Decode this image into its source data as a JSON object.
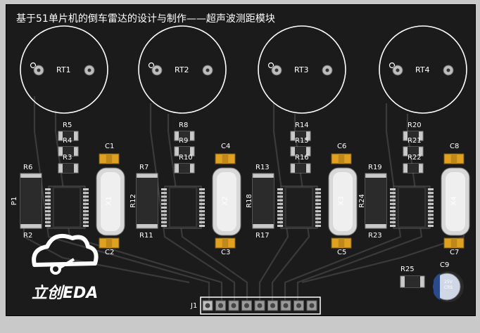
{
  "board": {
    "title": "基于51单片机的倒车雷达的设计与制作——超声波测距模块",
    "logo_text": "立创EDA",
    "colors": {
      "pcb": "#1b1b1b",
      "silk": "#ffffff",
      "pad": "#c9c9c9",
      "gold": "#e0a020",
      "trace": "#2a2a2a"
    }
  },
  "sensors": [
    {
      "label": "RT1"
    },
    {
      "label": "RT2"
    },
    {
      "label": "RT3"
    },
    {
      "label": "RT4"
    }
  ],
  "blocks": [
    {
      "top": [
        "R5",
        "R4",
        "R3"
      ],
      "left": "R6",
      "vert": "P1",
      "bottom": "R2",
      "cap_top": "C1",
      "cap_bot": "C2",
      "crystal": "X1"
    },
    {
      "top": [
        "R8",
        "R9",
        "R10"
      ],
      "left": "R7",
      "vert": "R12",
      "bottom": "R11",
      "cap_top": "C4",
      "cap_bot": "C3",
      "crystal": "X2"
    },
    {
      "top": [
        "R14",
        "R15",
        "R16"
      ],
      "left": "R13",
      "vert": "R18",
      "bottom": "R17",
      "cap_top": "C6",
      "cap_bot": "C5",
      "crystal": "X3"
    },
    {
      "top": [
        "R20",
        "R21",
        "R22"
      ],
      "left": "R19",
      "vert": "R24",
      "bottom": "R23",
      "cap_top": "C8",
      "cap_bot": "C7",
      "crystal": "X4"
    }
  ],
  "extra": {
    "r25": "R25",
    "c9": "C9",
    "cap_marking": "25V\nCRS",
    "connector": "J1"
  }
}
